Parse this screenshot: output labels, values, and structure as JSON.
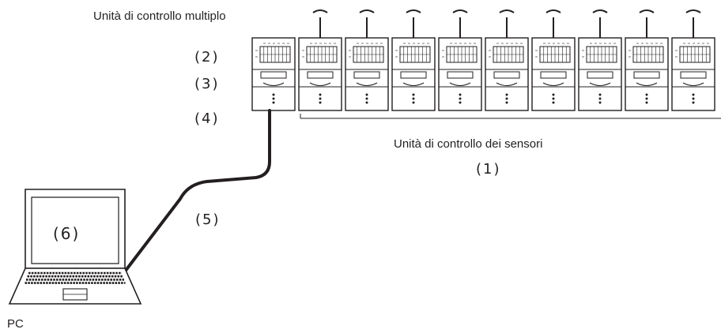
{
  "labels": {
    "multi_control_unit": "Unità di controllo multiplo",
    "sensor_control_units": "Unità di controllo dei sensori",
    "pc": "PC",
    "n1": "(1)",
    "n2": "(2)",
    "n3": "(3)",
    "n4": "(4)",
    "n5": "(5)",
    "n6": "(6)"
  },
  "diagram": {
    "unit_count": 10,
    "stroke_color": "#231f20"
  }
}
